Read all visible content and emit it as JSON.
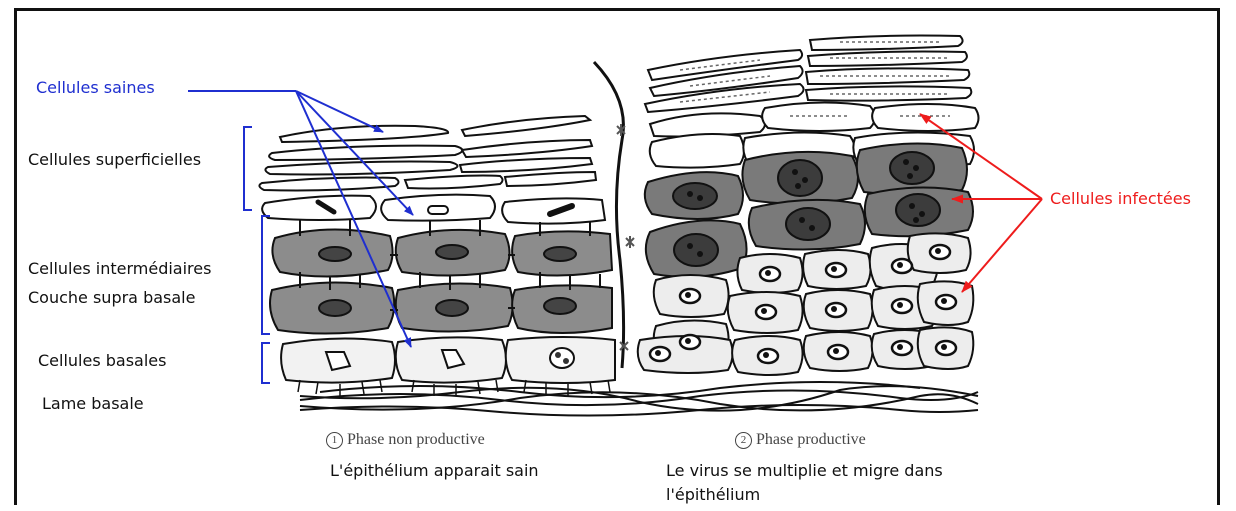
{
  "labels": {
    "healthy": "Cellules saines",
    "superficial": "Cellules superficielles",
    "intermediate_1": "Cellules intermédiaires",
    "intermediate_2": "Couche supra basale",
    "basal": "Cellules basales",
    "basal_lamina": "Lame basale",
    "infected": "Cellules infectées"
  },
  "phases": {
    "left": {
      "number": "1",
      "title": "Phase non productive",
      "description": "L'épithélium apparait sain"
    },
    "right": {
      "number": "2",
      "title": "Phase productive",
      "description": "Le virus se multiplie et migre dans l'épithélium"
    }
  },
  "colors": {
    "healthy_arrow": "#1f2fd0",
    "infected_arrow": "#ee1c1c",
    "intermediate_cell": "#8c8c8c",
    "infected_cell": "#7a7a7a",
    "basal_cell": "#f2f2f2",
    "outline": "#111111"
  }
}
